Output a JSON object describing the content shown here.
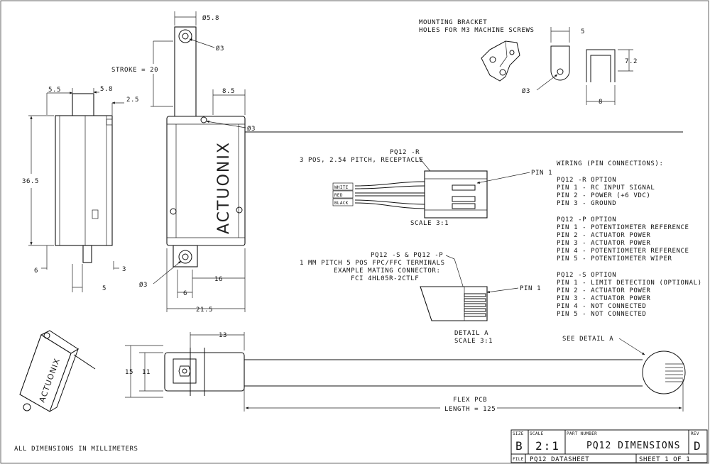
{
  "dims": {
    "top_pin_dia": "Ø5.8",
    "top_hole": "Ø3",
    "stroke": "STROKE = 20",
    "side_5_5": "5.5",
    "side_5_8": "5.8",
    "side_2_5": "2.5",
    "width_8_5": "8.5",
    "screw_hole": "Ø3",
    "length_36_5": "36.5",
    "bot_6": "6",
    "bot_3": "3",
    "bot_5": "5",
    "bot_hole": "Ø3",
    "dim_16": "16",
    "dim_6": "6",
    "dim_21_5": "21.5",
    "dim_13": "13",
    "dim_15": "15",
    "dim_11": "11"
  },
  "bracket": {
    "title_line1": "MOUNTING BRACKET",
    "title_line2": "HOLES FOR M3 MACHINE SCREWS",
    "dim_5": "5",
    "dim_7_2": "7.2",
    "dim_8": "8",
    "hole": "Ø3"
  },
  "connector_r": {
    "label_line1": "PQ12 -R",
    "label_line2": "3 POS, 2.54 PITCH, RECEPTACLE",
    "pin1": "PIN 1",
    "wires": [
      "WHITE",
      "RED",
      "BLACK"
    ],
    "scale": "SCALE  3:1"
  },
  "connector_sp": {
    "label_line1": "PQ12 -S & PQ12 -P",
    "label_line2": "1 MM PITCH 5 POS FPC/FFC TERMINALS",
    "label_line3": "EXAMPLE MATING CONNECTOR:",
    "label_line4": "FCI 4HL05R-2CTLF",
    "pin1": "PIN 1",
    "detail": "DETAIL  A",
    "scale": "SCALE  3:1"
  },
  "wiring": {
    "title": "WIRING (PIN CONNECTIONS):",
    "r_title": "PQ12 -R OPTION",
    "r_pins": [
      "PIN 1 - RC INPUT SIGNAL",
      "PIN 2 - POWER (+6 VDC)",
      "PIN 3 - GROUND"
    ],
    "p_title": "PQ12 -P  OPTION",
    "p_pins": [
      "PIN 1 - POTENTIOMETER REFERENCE",
      "PIN 2 - ACTUATOR POWER",
      "PIN 3 - ACTUATOR POWER",
      "PIN 4 - POTENTIOMETER REFERENCE",
      "PIN 5 - POTENTIOMETER WIPER"
    ],
    "s_title": "PQ12 -S OPTION",
    "s_pins": [
      "PIN 1 - LIMIT DETECTION (OPTIONAL)",
      "PIN 2 - ACTUATOR POWER",
      "PIN 3 - ACTUATOR POWER",
      "PIN 4 - NOT CONNECTED",
      "PIN 5 - NOT CONNECTED"
    ]
  },
  "see_detail": "SEE DETAIL  A",
  "flex_line1": "FLEX PCB",
  "flex_line2": "LENGTH = 125",
  "logo": "ACTUONIX",
  "note": "ALL DIMENSIONS IN MILLIMETERS",
  "title_block": {
    "size_label": "SIZE",
    "size": "B",
    "scale_label": "SCALE",
    "scale": "2:1",
    "part_label": "PART NUMBER",
    "part": "PQ12 DIMENSIONS",
    "rev_label": "REV",
    "rev": "D",
    "file_label": "FILE",
    "file": "PQ12 DATASHEET",
    "sheet": "SHEET  1    OF    1"
  }
}
